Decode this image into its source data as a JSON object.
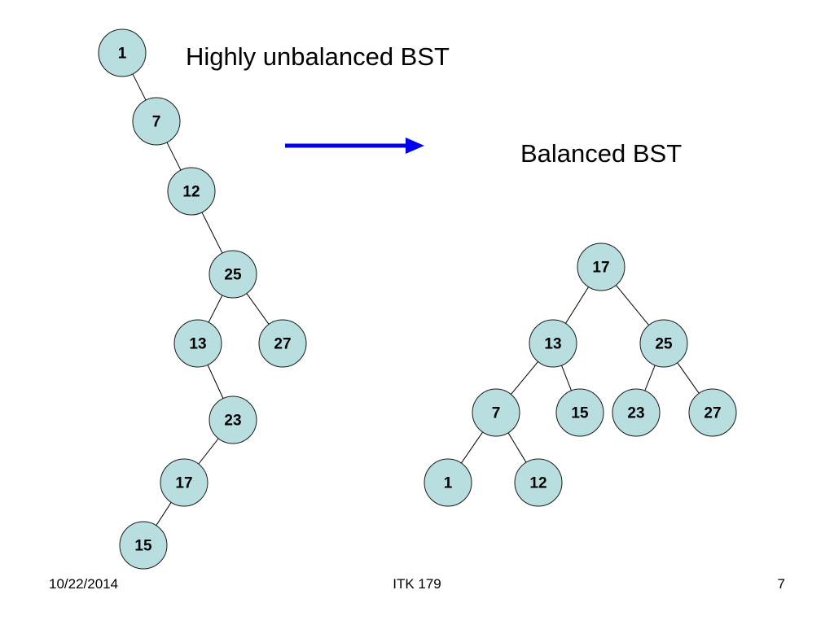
{
  "slide": {
    "title_unbalanced": "Highly unbalanced BST",
    "title_balanced": "Balanced BST",
    "arrow_color": "#0000ee",
    "node_fill": "#b8dedf"
  },
  "unbalanced_tree": {
    "nodes": [
      {
        "id": "u1",
        "label": "1"
      },
      {
        "id": "u7",
        "label": "7"
      },
      {
        "id": "u12",
        "label": "12"
      },
      {
        "id": "u25",
        "label": "25"
      },
      {
        "id": "u13",
        "label": "13"
      },
      {
        "id": "u27",
        "label": "27"
      },
      {
        "id": "u23",
        "label": "23"
      },
      {
        "id": "u17",
        "label": "17"
      },
      {
        "id": "u15",
        "label": "15"
      }
    ],
    "edges": [
      [
        "u1",
        "u7"
      ],
      [
        "u7",
        "u12"
      ],
      [
        "u12",
        "u25"
      ],
      [
        "u25",
        "u13"
      ],
      [
        "u25",
        "u27"
      ],
      [
        "u13",
        "u23"
      ],
      [
        "u23",
        "u17"
      ],
      [
        "u17",
        "u15"
      ]
    ]
  },
  "balanced_tree": {
    "nodes": [
      {
        "id": "b17",
        "label": "17"
      },
      {
        "id": "b13",
        "label": "13"
      },
      {
        "id": "b25",
        "label": "25"
      },
      {
        "id": "b7",
        "label": "7"
      },
      {
        "id": "b15",
        "label": "15"
      },
      {
        "id": "b23",
        "label": "23"
      },
      {
        "id": "b27",
        "label": "27"
      },
      {
        "id": "b1",
        "label": "1"
      },
      {
        "id": "b12",
        "label": "12"
      }
    ],
    "edges": [
      [
        "b17",
        "b13"
      ],
      [
        "b17",
        "b25"
      ],
      [
        "b13",
        "b7"
      ],
      [
        "b13",
        "b15"
      ],
      [
        "b25",
        "b23"
      ],
      [
        "b25",
        "b27"
      ],
      [
        "b7",
        "b1"
      ],
      [
        "b7",
        "b12"
      ]
    ]
  },
  "footer": {
    "date": "10/22/2014",
    "course": "ITK 179",
    "page": "7"
  }
}
